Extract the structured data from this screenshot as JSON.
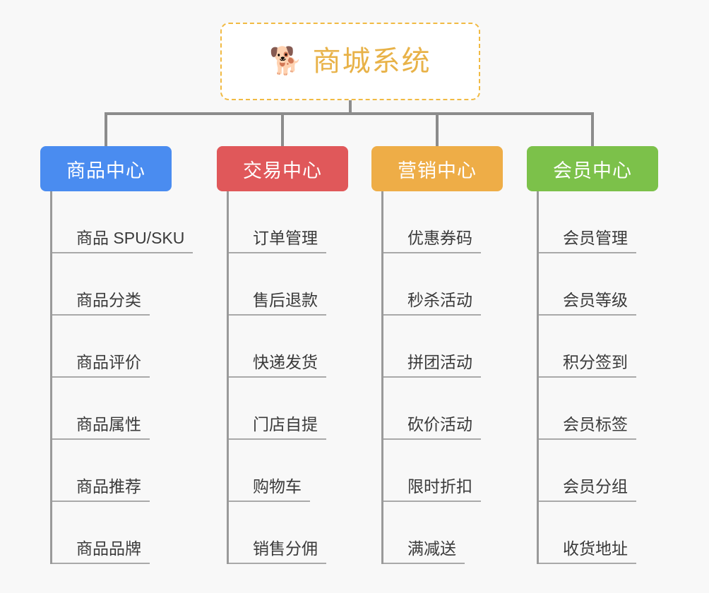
{
  "background_color": "#f8f8f8",
  "root": {
    "icon": "shiba-dog-face-emoji",
    "emoji": "🐕",
    "title": "商城系统",
    "title_color": "#e8b248",
    "border_color": "#f1ba43",
    "border_style": "dashed",
    "background_color": "#ffffff"
  },
  "connector": {
    "color": "#8c8c8c"
  },
  "columns": [
    {
      "key": "product-center",
      "header": "商品中心",
      "color": "#4a8cf0",
      "items": [
        "商品 SPU/SKU",
        "商品分类",
        "商品评价",
        "商品属性",
        "商品推荐",
        "商品品牌"
      ]
    },
    {
      "key": "trade-center",
      "header": "交易中心",
      "color": "#e0585a",
      "items": [
        "订单管理",
        "售后退款",
        "快递发货",
        "门店自提",
        "购物车",
        "销售分佣"
      ]
    },
    {
      "key": "marketing-center",
      "header": "营销中心",
      "color": "#eead47",
      "items": [
        "优惠券码",
        "秒杀活动",
        "拼团活动",
        "砍价活动",
        "限时折扣",
        "满减送"
      ]
    },
    {
      "key": "member-center",
      "header": "会员中心",
      "color": "#7cc14a",
      "items": [
        "会员管理",
        "会员等级",
        "积分签到",
        "会员标签",
        "会员分组",
        "收货地址"
      ]
    }
  ]
}
